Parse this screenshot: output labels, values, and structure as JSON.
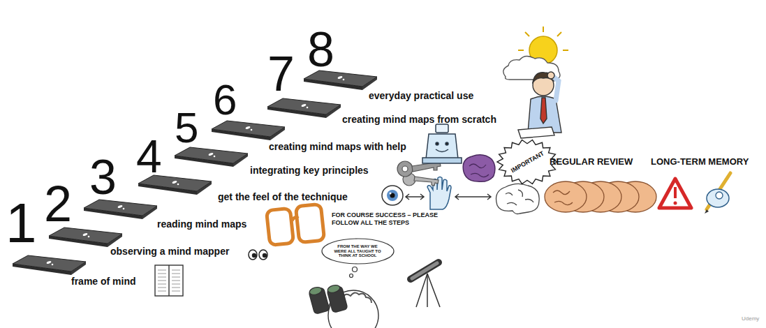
{
  "diagram": {
    "nodes": [
      {
        "text": [
          "1",
          "frame of mind"
        ]
      },
      {
        "text": [
          "2",
          "observing a mind mapper"
        ]
      },
      {
        "text": [
          "3",
          "reading mind maps"
        ]
      },
      {
        "text": [
          "4",
          "get the feel of the technique"
        ]
      },
      {
        "text": [
          "5",
          "integrating key principles"
        ]
      },
      {
        "text": [
          "6",
          "creating mind maps with help"
        ]
      },
      {
        "text": [
          "7",
          "creating mind maps from scratch"
        ]
      },
      {
        "text": [
          "8",
          "everyday practical use"
        ]
      },
      {
        "text": [
          "IMPORTANT"
        ]
      },
      {
        "text": [
          "FROM THE WAY WE WERE ALL TAUGHT TO THINK AT SCHOOL"
        ]
      }
    ],
    "labels": [
      "FOR COURSE SUCCESS – PLEASE FOLLOW ALL THE STEPS",
      "REGULAR REVIEW",
      "LONG-TERM MEMORY",
      "Udemy"
    ]
  }
}
